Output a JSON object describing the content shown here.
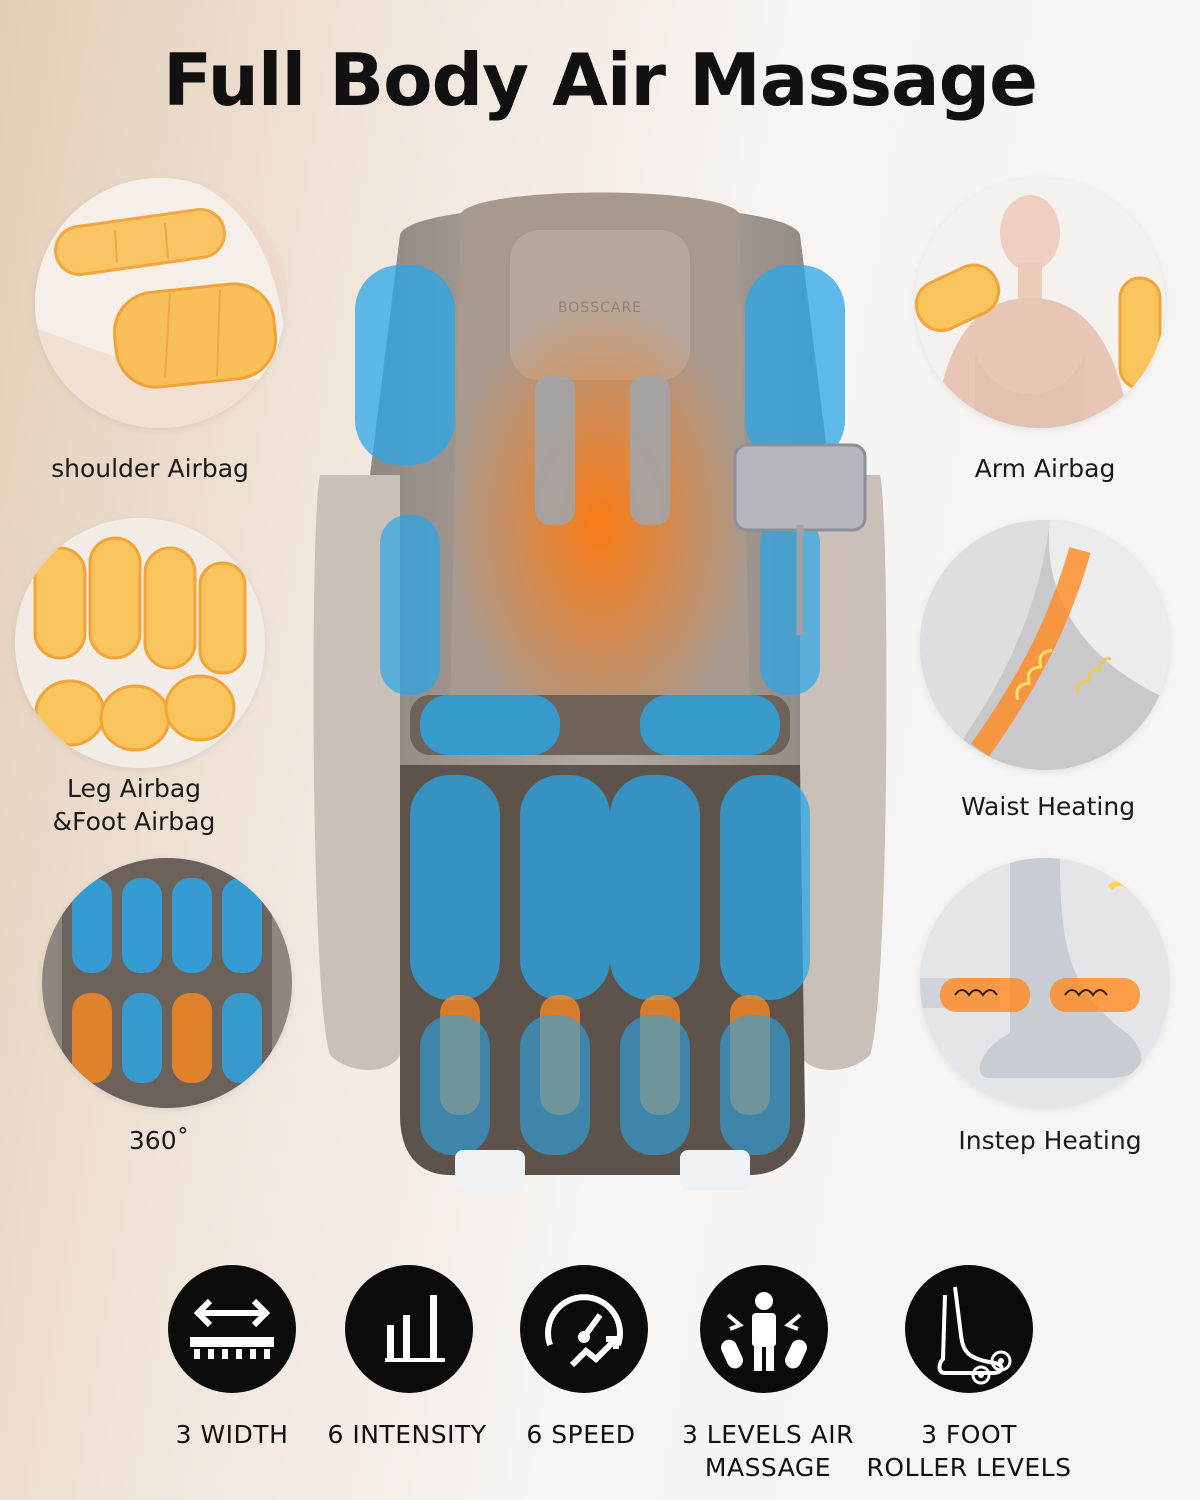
{
  "title": "Full Body Air Massage",
  "features_left": [
    {
      "label": "shoulder Airbag",
      "icon": "shoulder-airbag-icon"
    },
    {
      "label": "Leg Airbag\n&Foot Airbag",
      "icon": "leg-foot-airbag-icon"
    },
    {
      "label": "360˚",
      "icon": "360-airbag-icon"
    }
  ],
  "features_right": [
    {
      "label": "Arm Airbag",
      "icon": "arm-airbag-icon"
    },
    {
      "label": "Waist Heating",
      "icon": "waist-heating-icon"
    },
    {
      "label": "Instep Heating",
      "icon": "instep-heating-icon"
    }
  ],
  "chair": {
    "brand": "BOSSCARE"
  },
  "specs": [
    {
      "label": "3 WIDTH",
      "icon": "width-icon"
    },
    {
      "label": "6 INTENSITY",
      "icon": "intensity-icon"
    },
    {
      "label": "6 SPEED",
      "icon": "speed-icon"
    },
    {
      "label": "3 LEVELS AIR\nMASSAGE",
      "icon": "air-massage-icon"
    },
    {
      "label": "3 FOOT\nROLLER LEVELS",
      "icon": "foot-roller-icon"
    }
  ],
  "colors": {
    "airbag_blue": "#2aa7e8",
    "heat_orange": "#ff8a1f",
    "airbag_amber": "#f7b54a",
    "icon_bg": "#0b0b0b"
  }
}
